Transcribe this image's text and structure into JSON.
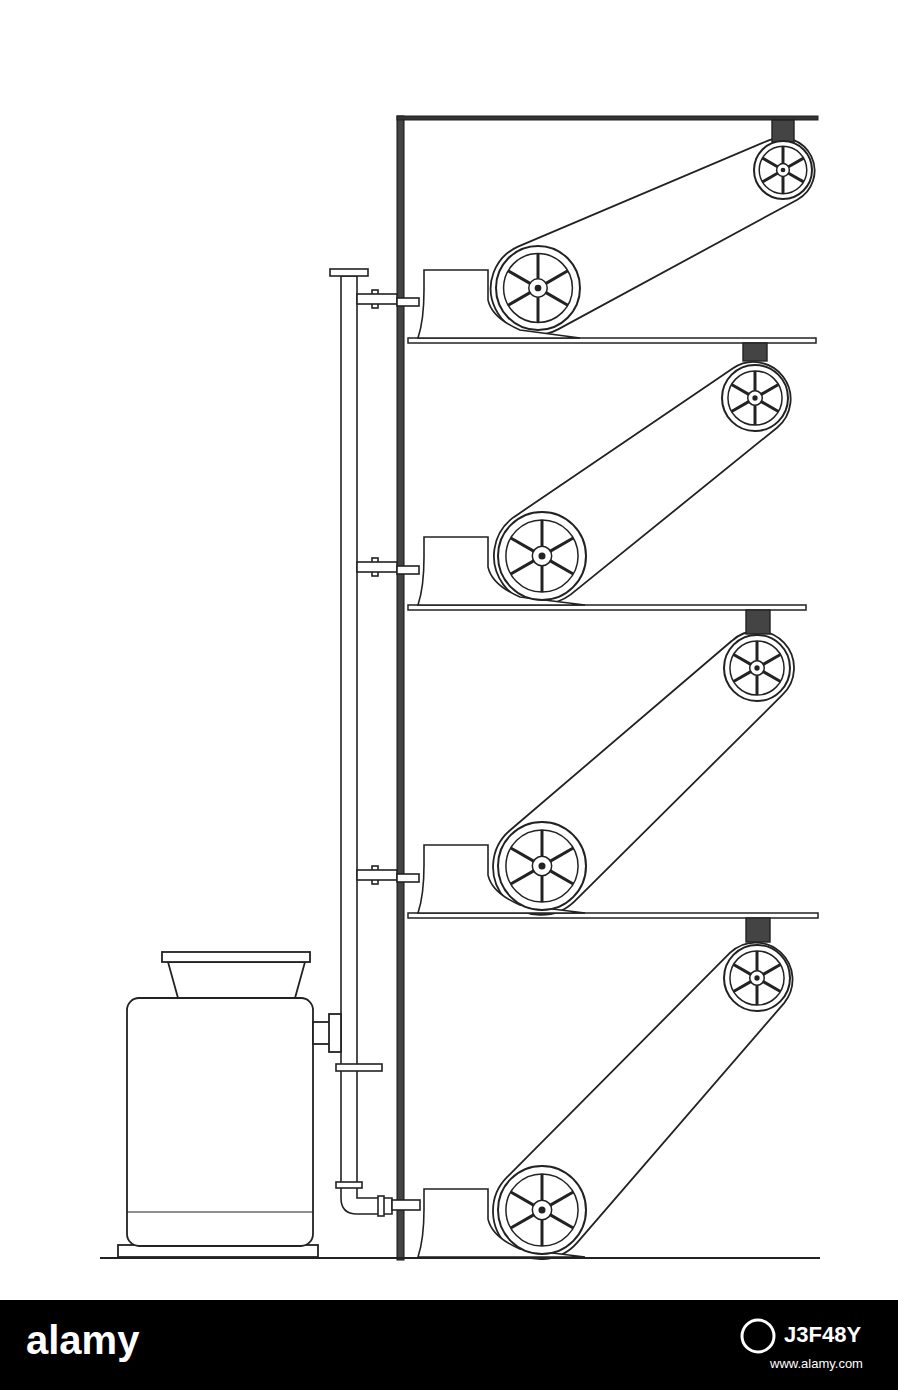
{
  "diagram": {
    "labels": [
      "alamy",
      "J3F48Y",
      "www.alamy.com"
    ]
  }
}
